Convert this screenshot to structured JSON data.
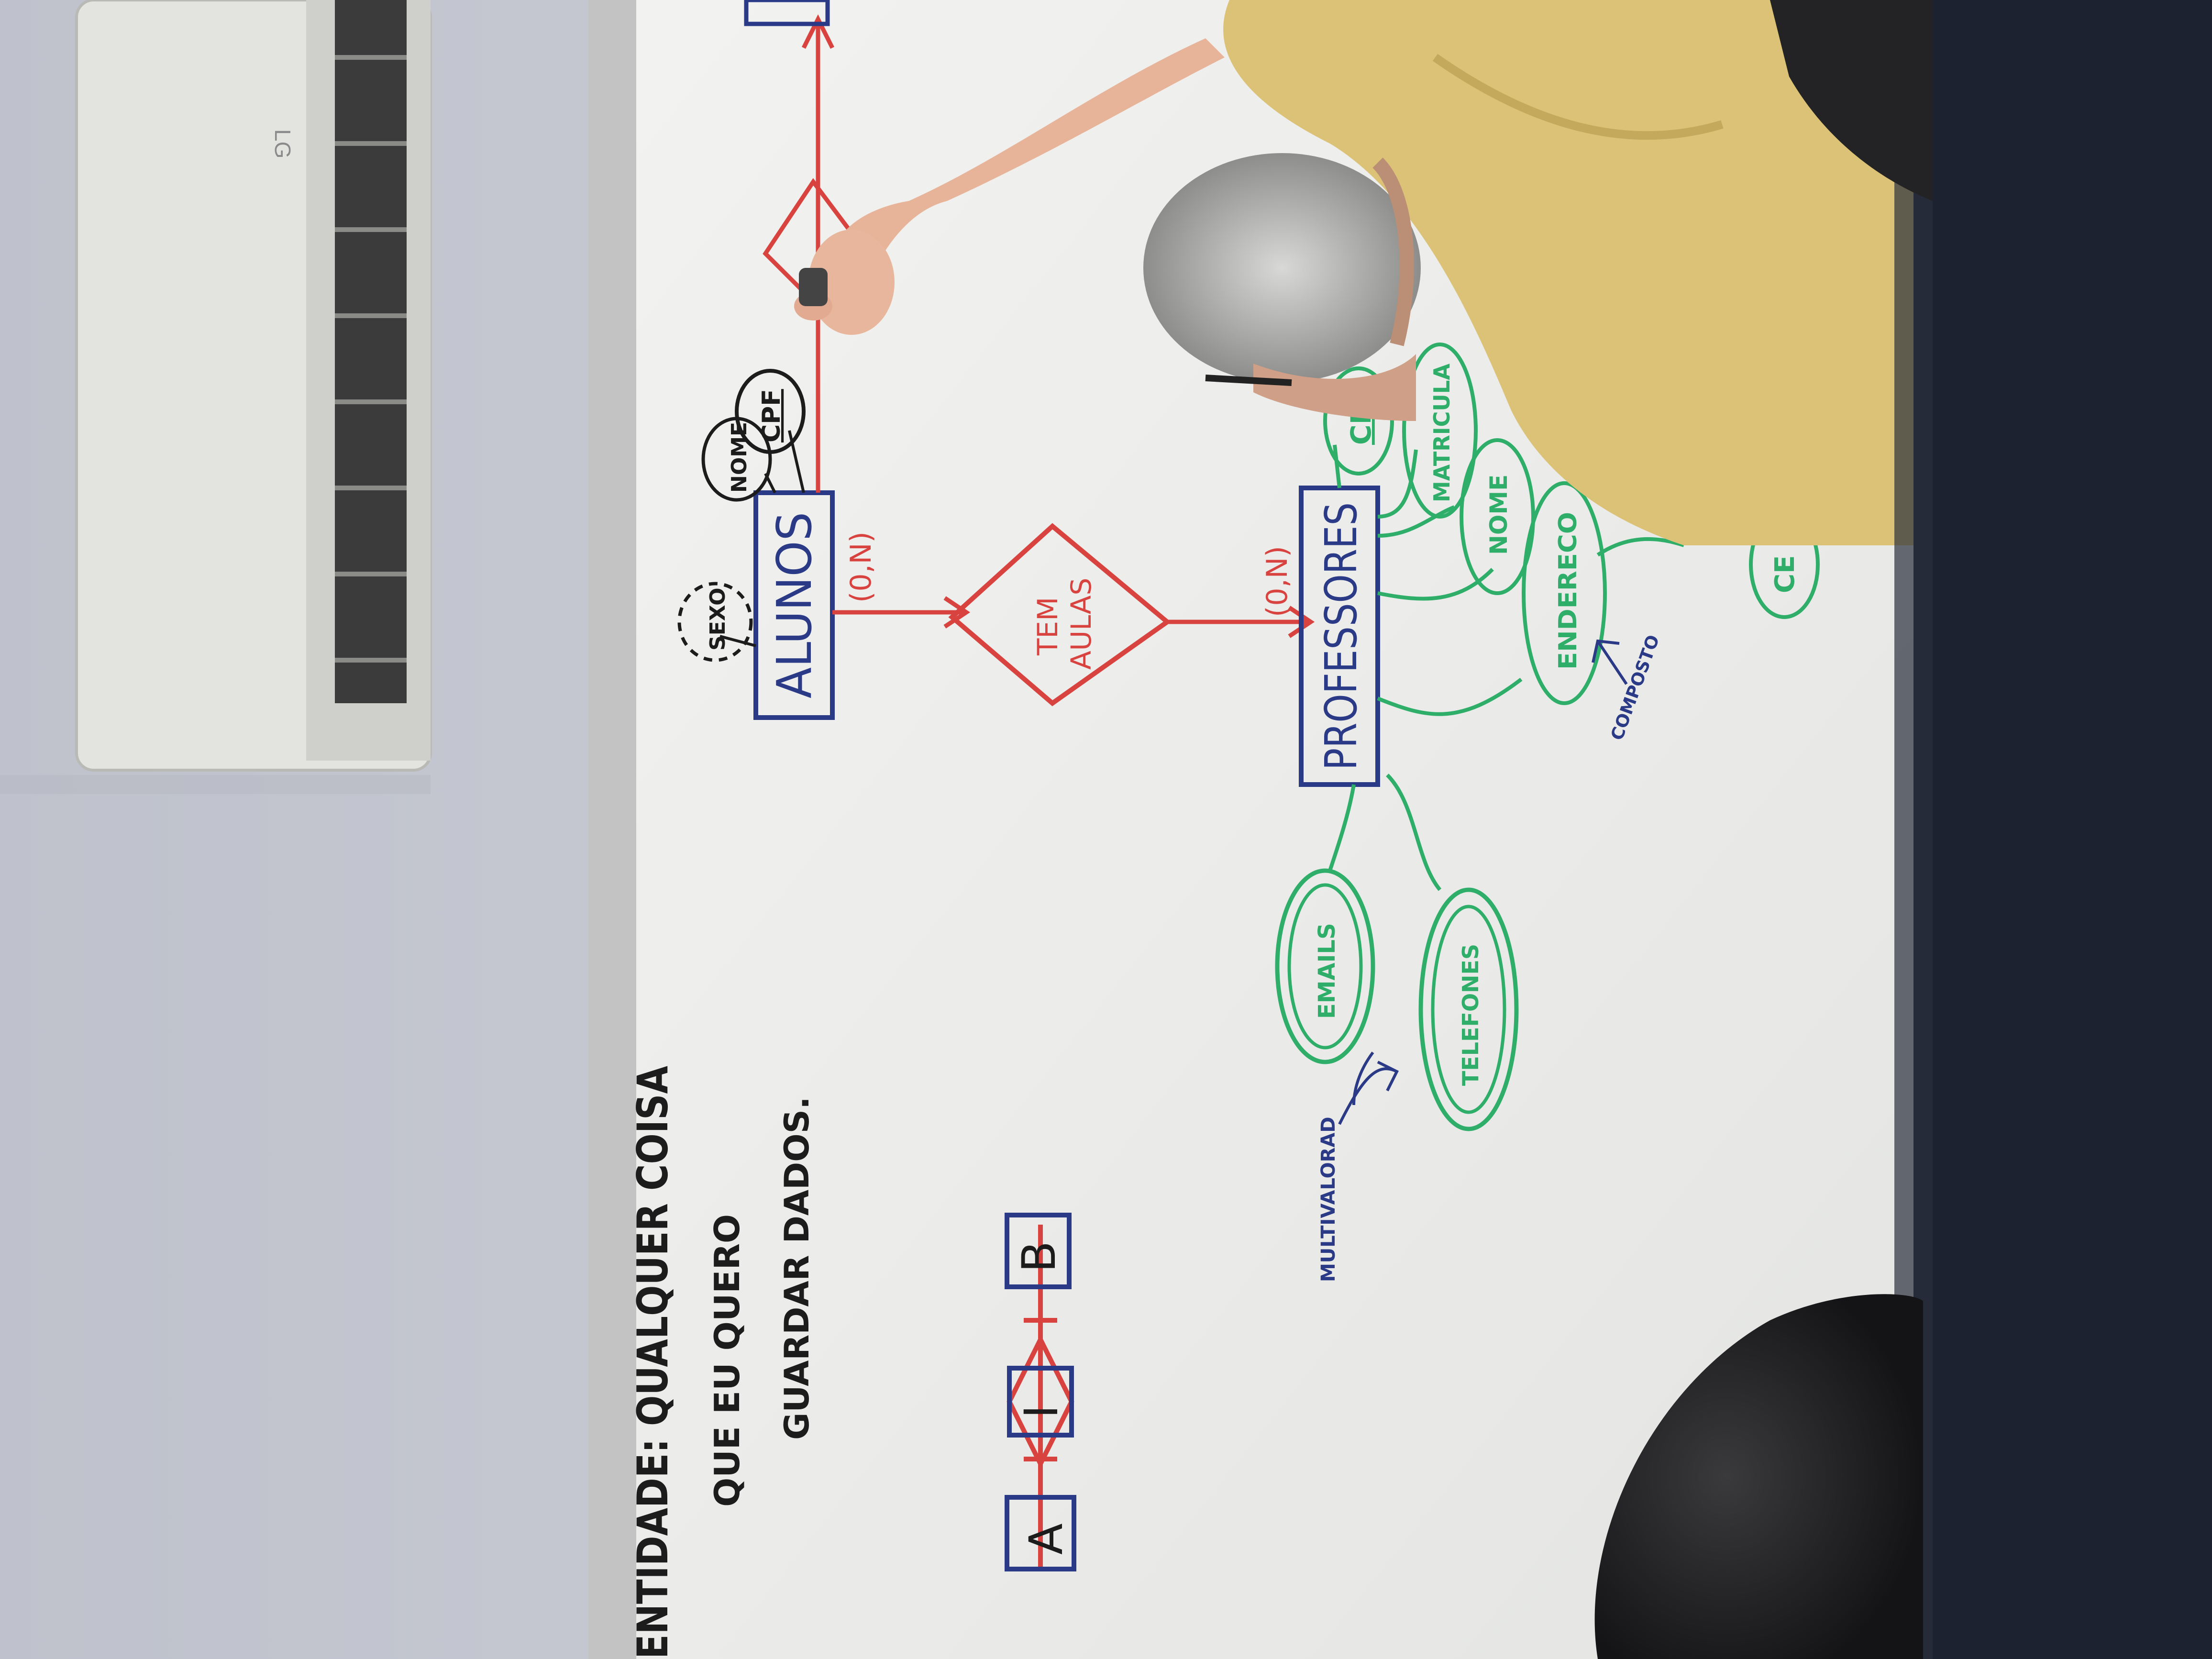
{
  "scene": {
    "wall_color": "#c7cad4",
    "board_color": "#ededeb",
    "ink_red": "#d8433f",
    "ink_blue": "#2b3a86",
    "ink_green": "#2fae6a",
    "ink_black": "#1c1c1c",
    "shirt_color": "#dcc277",
    "frame_color": "#1d2230"
  },
  "ac_unit": {
    "brand": "LG"
  },
  "board": {
    "definition_lines": [
      "ENTIDADE: QUALQUER COISA",
      "QUE EU QUERO",
      "GUARDAR DADOS."
    ],
    "mini_diagram": {
      "entity_a": "A",
      "relation": "I",
      "entity_b": "B"
    },
    "alunos": {
      "label": "ALUNOS",
      "attributes": [
        "SEXO",
        "NOME",
        "CPF"
      ],
      "cardinality": "(0,N)"
    },
    "relationship": {
      "line1": "TEM",
      "line2": "AULAS"
    },
    "professores": {
      "label": "PROFESSORES",
      "cardinality": "(0,N)",
      "attributes": [
        "EMAILS",
        "TELEFONES",
        "CI",
        "MATRICULA",
        "NOME",
        "ENDERECO",
        "CE"
      ]
    },
    "notes": {
      "composto": "COMPOSTO",
      "multivalorado": "MULTIVALORAD"
    }
  }
}
